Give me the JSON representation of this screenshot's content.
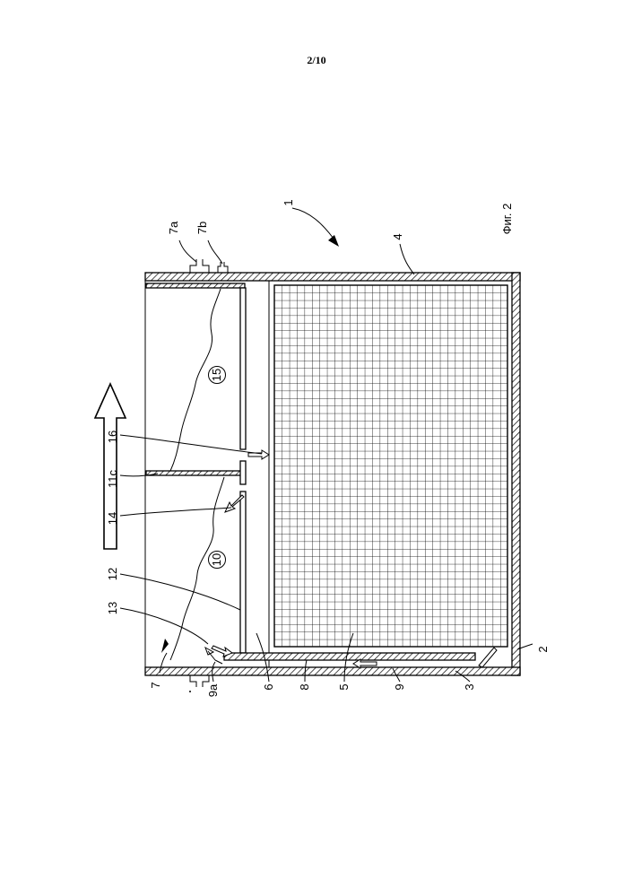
{
  "page": {
    "number": "2/10"
  },
  "figure": {
    "caption": "Фиг. 2",
    "labels": {
      "ref_1": "1",
      "ref_2": "2",
      "ref_3": "3",
      "ref_4": "4",
      "ref_5": "5",
      "ref_6": "6",
      "ref_7": "7",
      "ref_7a": "7a",
      "ref_7b": "7b",
      "ref_8": "8",
      "ref_9": "9",
      "ref_9a": "9a",
      "ref_10": "10",
      "ref_11c": "11c",
      "ref_12": "12",
      "ref_13": "13",
      "ref_14": "14",
      "ref_15": "15",
      "ref_16": "16"
    }
  }
}
